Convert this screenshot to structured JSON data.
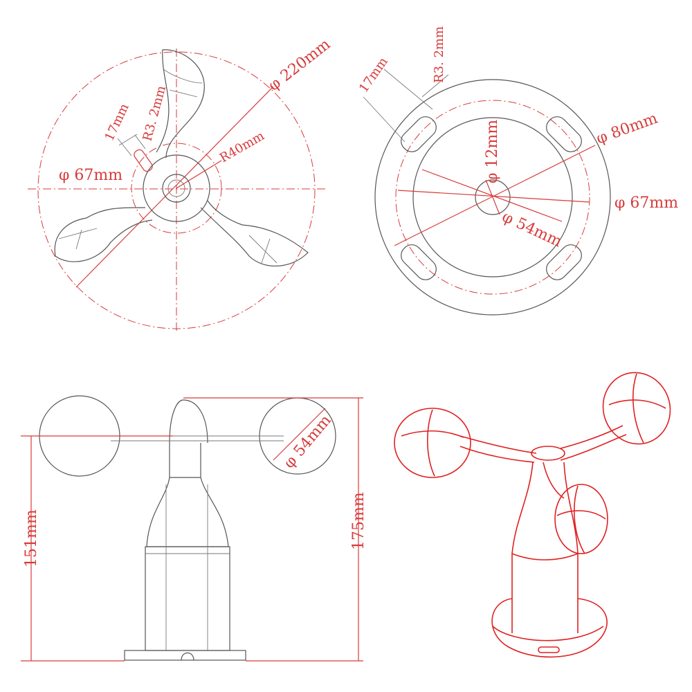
{
  "top_left_view": {
    "dia_220": "φ 220mm",
    "dia_67": "φ 67mm",
    "radius_40": "R40mm",
    "slot_17": "17mm",
    "slot_r": "R3. 2mm"
  },
  "top_right_view": {
    "slot_17": "17mm",
    "slot_r": "R3. 2mm",
    "dia_80": "φ 80mm",
    "dia_67": "φ 67mm",
    "dia_12": "φ 12mm",
    "dia_54": "φ 54mm"
  },
  "side_view": {
    "height_151": "151mm",
    "height_175": "175mm",
    "cup_54": "φ 54mm"
  },
  "colors": {
    "dimension": "#d83a3a",
    "outline": "#555555",
    "iso_outline": "#e02020"
  }
}
